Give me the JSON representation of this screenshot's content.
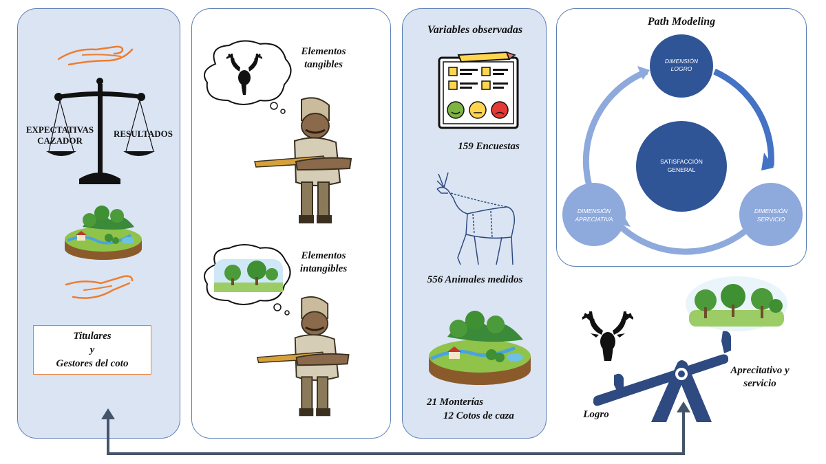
{
  "panel1": {
    "left_label": "EXPECTATIVAS CAZADOR",
    "right_label": "RESULTADOS",
    "box_line1": "Titulares",
    "box_line2": "y",
    "box_line3": "Gestores del coto"
  },
  "panel2": {
    "tangible_label": "Elementos tangibles",
    "intangible_label": "Elementos intangibles"
  },
  "panel3": {
    "title": "Variables observadas",
    "surveys": "159 Encuestas",
    "animals": "556 Animales medidos",
    "monterias": "21 Monterías",
    "cotos": "12 Cotos de caza"
  },
  "panel4": {
    "title": "Path Modeling",
    "logro_1": "DIMENSIÓN",
    "logro_2": "LOGRO",
    "center_1": "SATISFACCIÓN",
    "center_2": "GENERAL",
    "apre_1": "DIMENSIÓN",
    "apre_2": "APRECIATIVA",
    "serv_1": "DIMENSIÓN",
    "serv_2": "SERVICIO"
  },
  "seesaw": {
    "left_label": "Logro",
    "right_label": "Aprecitativo y servicio"
  },
  "colors": {
    "panel_border": "#5b7fb5",
    "panel_fill": "#dbe4f3",
    "navy": "#2e4a80",
    "circle_dark": "#2f5597",
    "circle_light": "#8ea9db",
    "arrow": "#44546a",
    "hand": "#ed7d31"
  }
}
